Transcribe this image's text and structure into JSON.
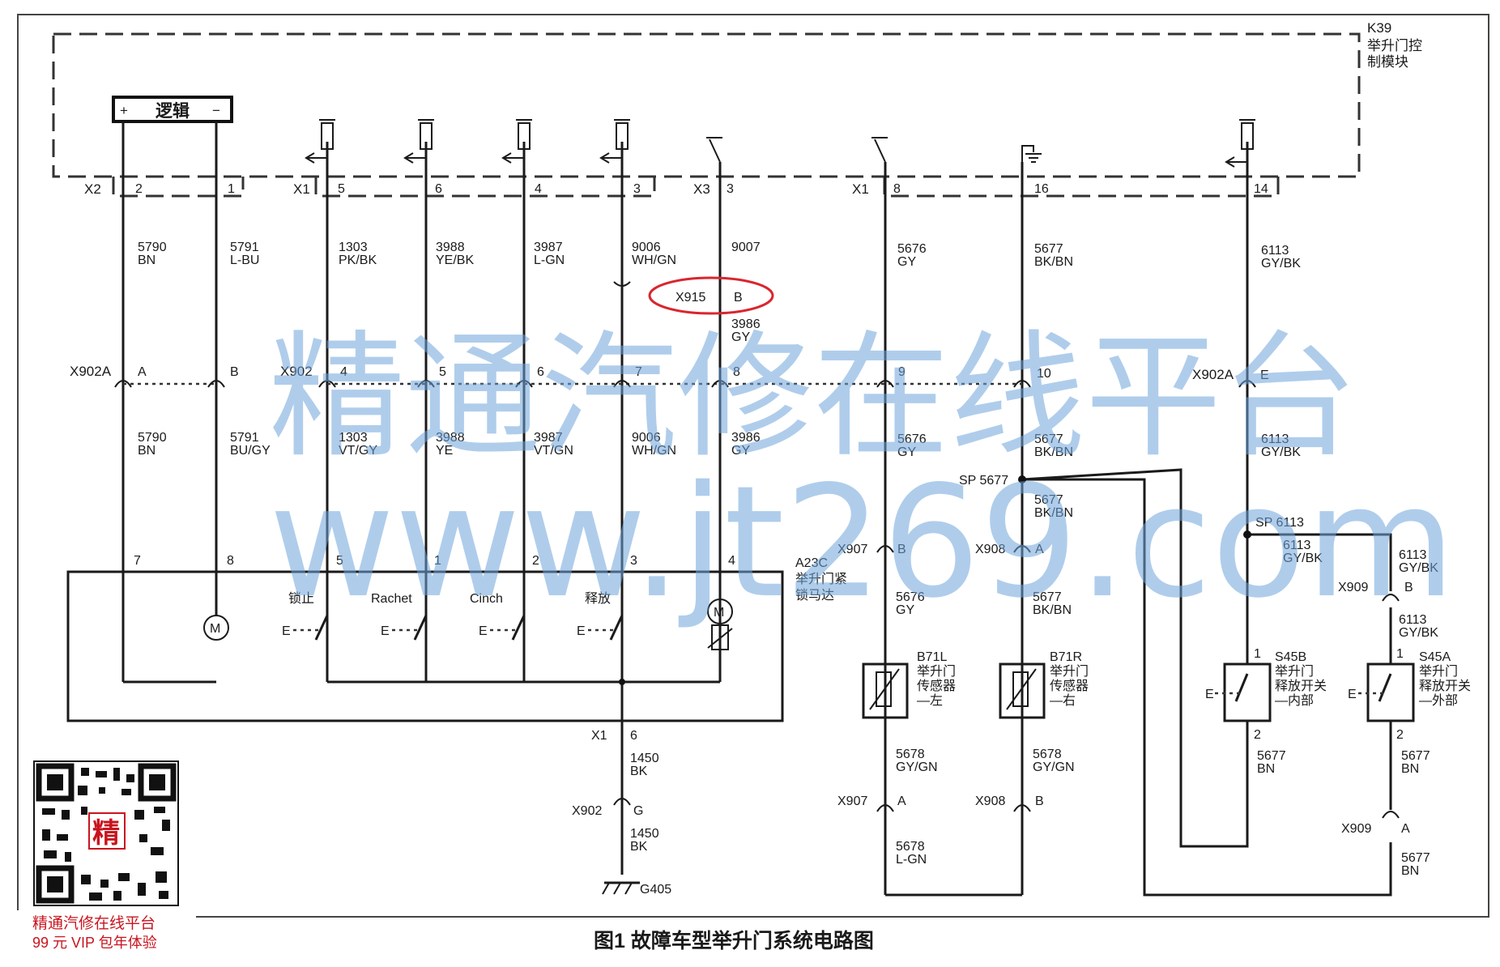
{
  "module": {
    "code": "K39",
    "name_line1": "举升门控",
    "name_line2": "制模块"
  },
  "logic_box": {
    "plus": "+",
    "label": "逻辑",
    "minus": "−"
  },
  "connectors": {
    "x2": "X2",
    "x1_top": "X1",
    "x3": "X3",
    "x1_mid": "X1",
    "x915": "X915",
    "x915_pin": "B",
    "x902a_left": "X902A",
    "x902": "X902",
    "x902a_right": "X902A",
    "x907_top": "X907",
    "x907_top_pin": "B",
    "x908_top": "X908",
    "x908_top_pin": "A",
    "x909_top": "X909",
    "x909_top_pin": "B",
    "x1_bottom": "X1",
    "x1_bottom_pin": "6",
    "x902_g": "X902",
    "x902_g_pin": "G",
    "x907_bot": "X907",
    "x907_bot_pin": "A",
    "x908_bot": "X908",
    "x908_bot_pin": "B",
    "x909_bot": "X909",
    "x909_bot_pin": "A",
    "ground": "G405",
    "sp5677": "SP 5677",
    "sp6113": "SP 6113"
  },
  "pins_top": [
    "2",
    "1",
    "5",
    "6",
    "4",
    "3",
    "3",
    "8",
    "16",
    "14"
  ],
  "pins_mid": [
    "A",
    "B",
    "4",
    "5",
    "6",
    "7",
    "8",
    "9",
    "10",
    "E"
  ],
  "pins_motor": [
    "7",
    "8",
    "5",
    "1",
    "2",
    "3",
    "4"
  ],
  "wires_upper": [
    {
      "num": "5790",
      "color": "BN"
    },
    {
      "num": "5791",
      "color": "L-BU"
    },
    {
      "num": "1303",
      "color": "PK/BK"
    },
    {
      "num": "3988",
      "color": "YE/BK"
    },
    {
      "num": "3987",
      "color": "L-GN"
    },
    {
      "num": "9006",
      "color": "WH/GN"
    },
    {
      "num": "9007",
      "color": ""
    },
    {
      "num": "5676",
      "color": "GY"
    },
    {
      "num": "5677",
      "color": "BK/BN"
    },
    {
      "num": "6113",
      "color": "GY/BK"
    }
  ],
  "wire_x915_lower": {
    "num": "3986",
    "color": "GY"
  },
  "wires_lower": [
    {
      "num": "5790",
      "color": "BN"
    },
    {
      "num": "5791",
      "color": "BU/GY"
    },
    {
      "num": "1303",
      "color": "VT/GY"
    },
    {
      "num": "3988",
      "color": "YE"
    },
    {
      "num": "3987",
      "color": "VT/GN"
    },
    {
      "num": "9006",
      "color": "WH/GN"
    },
    {
      "num": "3986",
      "color": "GY"
    },
    {
      "num": "5676",
      "color": "GY"
    },
    {
      "num": "5677",
      "color": "BK/BN"
    },
    {
      "num": "6113",
      "color": "GY/BK"
    }
  ],
  "wires_misc": {
    "w5677_sp": {
      "num": "5677",
      "color": "BK/BN"
    },
    "w6113_sp": {
      "num": "6113",
      "color": "GY/BK"
    },
    "w6113_r1": {
      "num": "6113",
      "color": "GY/BK"
    },
    "w6113_r2": {
      "num": "6113",
      "color": "GY/BK"
    },
    "w5676_b": {
      "num": "5676",
      "color": "GY"
    },
    "w5677_b": {
      "num": "5677",
      "color": "BK/BN"
    },
    "w5678_l": {
      "num": "5678",
      "color": "GY/GN"
    },
    "w5678_r": {
      "num": "5678",
      "color": "GY/GN"
    },
    "w5678_lgn": {
      "num": "5678",
      "color": "L-GN"
    },
    "w5677_s45b": {
      "num": "5677",
      "color": "BN"
    },
    "w5677_s45a": {
      "num": "5677",
      "color": "BN"
    },
    "w5677_bot": {
      "num": "5677",
      "color": "BN"
    },
    "w1450_a": {
      "num": "1450",
      "color": "BK"
    },
    "w1450_b": {
      "num": "1450",
      "color": "BK"
    }
  },
  "motor_assy": {
    "code": "A23C",
    "name_line1": "举升门紧",
    "name_line2": "锁马达",
    "motor": "M",
    "motor2": "M"
  },
  "switch_labels": [
    "锁止",
    "Rachet",
    "Cinch",
    "释放"
  ],
  "switch_e": "E",
  "sensors": [
    {
      "code": "B71L",
      "line1": "举升门",
      "line2": "传感器",
      "line3": "—左"
    },
    {
      "code": "B71R",
      "line1": "举升门",
      "line2": "传感器",
      "line3": "—右"
    }
  ],
  "release_switches": [
    {
      "code": "S45B",
      "line1": "举升门",
      "line2": "释放开关",
      "line3": "—内部",
      "pin_top": "1",
      "pin_bot": "2"
    },
    {
      "code": "S45A",
      "line1": "举升门",
      "line2": "释放开关",
      "line3": "—外部",
      "pin_top": "1",
      "pin_bot": "2"
    }
  ],
  "watermark": {
    "line1": "精通汽修在线平台",
    "line2": "www.jt269.com"
  },
  "promo": {
    "qr_center": "精",
    "line1": "精通汽修在线平台",
    "line2": "99 元 VIP 包年体验"
  },
  "caption": "图1 故障车型举升门系统电路图",
  "colors": {
    "wire": "#1a1a1a",
    "highlight": "#d9262e",
    "watermark": "#6fa5dc"
  }
}
